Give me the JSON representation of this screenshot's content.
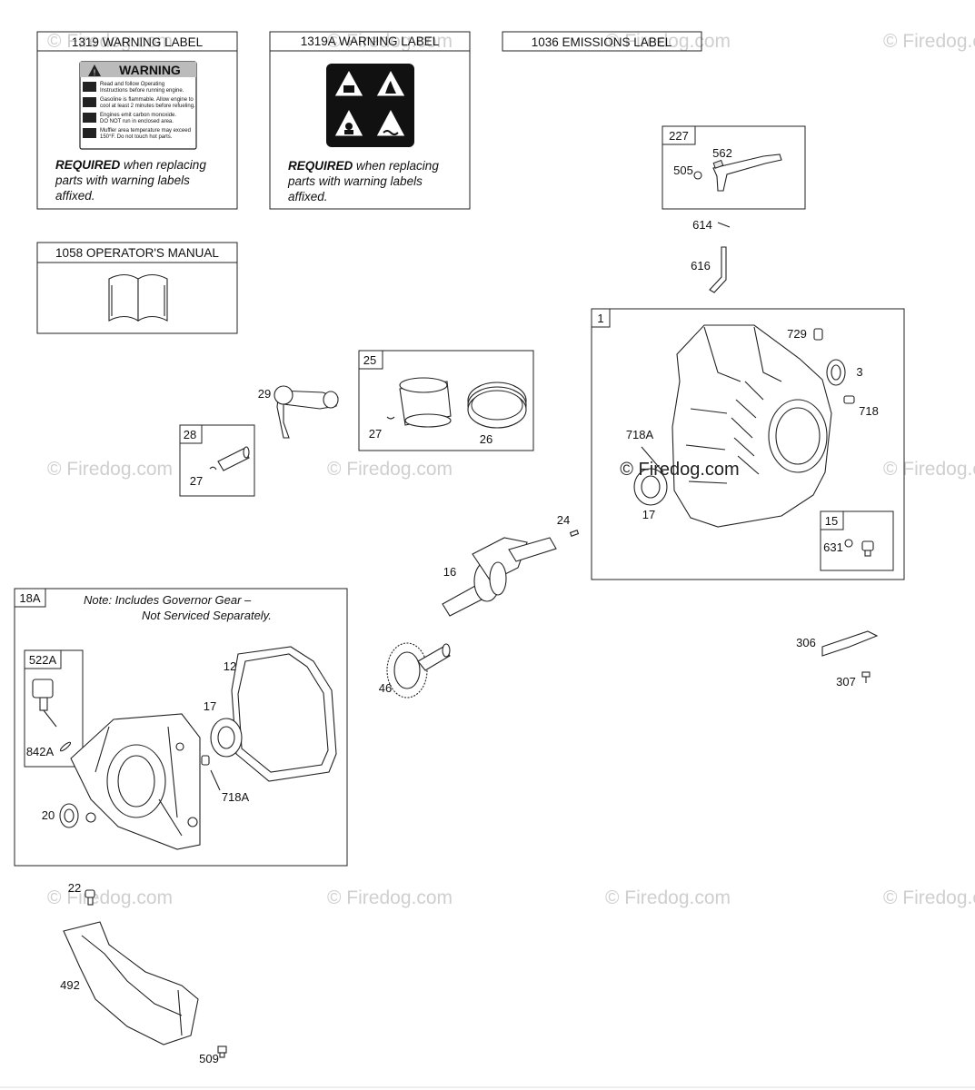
{
  "watermark": "© Firedog.com",
  "watermark_main": "© Firedog.com",
  "warning_label_1": {
    "title": "1319 WARNING LABEL",
    "badge": "WARNING",
    "lines": [
      "Read and follow Operating",
      "Instructions before running engine.",
      "Gasoline is flammable. Allow engine to",
      "cool at least 2 minutes before refueling.",
      "Engines emit carbon monoxide.",
      "DO NOT run in enclosed area.",
      "Muffler area temperature may exceed",
      "150°F. Do not touch hot parts."
    ],
    "req_bold": "REQUIRED",
    "req_rest": " when replacing",
    "req_line2": "parts with warning labels",
    "req_line3": "affixed."
  },
  "warning_label_2": {
    "title": "1319A WARNING LABEL",
    "req_bold": "REQUIRED",
    "req_rest": " when replacing",
    "req_line2": "parts with warning labels",
    "req_line3": "affixed."
  },
  "emissions_label": {
    "title": "1036 EMISSIONS LABEL"
  },
  "manual": {
    "title": "1058 OPERATOR'S MANUAL"
  },
  "boxes": {
    "b227": "227",
    "b1": "1",
    "b25": "25",
    "b28": "28",
    "b15": "15",
    "b18a": "18A",
    "b522a": "522A"
  },
  "note": {
    "line1": "Note:  Includes Governor Gear  –",
    "line2": "Not Serviced Separately."
  },
  "parts": {
    "p562": "562",
    "p505": "505",
    "p614": "614",
    "p616": "616",
    "p729": "729",
    "p3": "3",
    "p718": "718",
    "p718a_top": "718A",
    "p17_top": "17",
    "p631": "631",
    "p24": "24",
    "p16": "16",
    "p29": "29",
    "p27_a": "27",
    "p26": "26",
    "p27_b": "27",
    "p12": "12",
    "p17_bot": "17",
    "p718a_bot": "718A",
    "p20": "20",
    "p842a": "842A",
    "p46": "46",
    "p306": "306",
    "p307": "307",
    "p22": "22",
    "p492": "492",
    "p509": "509"
  }
}
